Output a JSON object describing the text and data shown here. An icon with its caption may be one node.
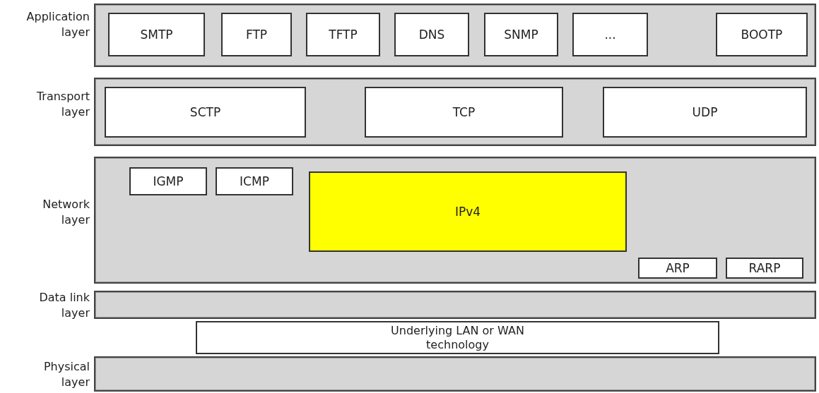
{
  "diagram": {
    "nodes": [
      {
        "text": [
          "Application layer"
        ]
      },
      {
        "text": [
          "SMTP"
        ],
        "in": 0
      },
      {
        "text": [
          "FTP"
        ],
        "in": 0
      },
      {
        "text": [
          "TFTP"
        ],
        "in": 0
      },
      {
        "text": [
          "DNS"
        ],
        "in": 0
      },
      {
        "text": [
          "SNMP"
        ],
        "in": 0
      },
      {
        "text": [
          "..."
        ],
        "in": 0
      },
      {
        "text": [
          "BOOTP"
        ],
        "in": 0
      },
      {
        "text": [
          "Transport layer"
        ]
      },
      {
        "text": [
          "SCTP"
        ],
        "in": 8
      },
      {
        "text": [
          "TCP"
        ],
        "in": 8
      },
      {
        "text": [
          "UDP"
        ],
        "in": 8
      },
      {
        "text": [
          "Network layer"
        ]
      },
      {
        "text": [
          "IGMP"
        ],
        "in": 12
      },
      {
        "text": [
          "ICMP"
        ],
        "in": 12
      },
      {
        "text": [
          "IPv4"
        ],
        "in": 12
      },
      {
        "text": [
          "ARP"
        ],
        "in": 12
      },
      {
        "text": [
          "RARP"
        ],
        "in": 12
      },
      {
        "text": [
          "Data link layer"
        ]
      },
      {
        "text": [
          "Physical layer"
        ]
      },
      {
        "text": [
          "Underlying LAN or WAN technology"
        ]
      }
    ],
    "edges": []
  }
}
